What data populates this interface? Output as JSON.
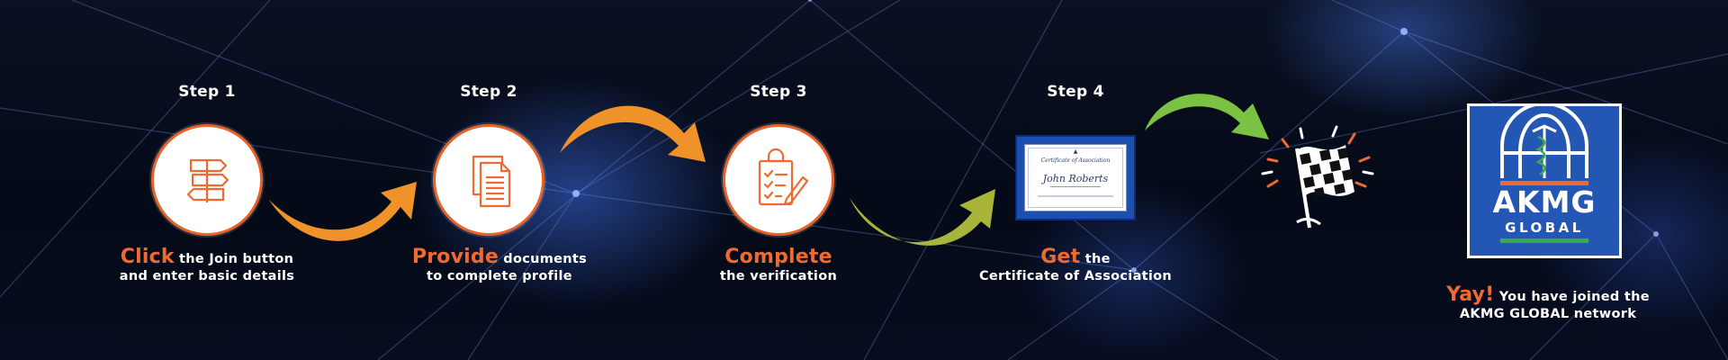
{
  "steps": [
    {
      "title": "Step 1",
      "highlight": "Click",
      "rest_line1": " the Join button",
      "line2": "and enter basic details",
      "icon": "signpost-icon"
    },
    {
      "title": "Step 2",
      "highlight": "Provide",
      "rest_line1": " documents",
      "line2": "to complete profile",
      "icon": "documents-icon"
    },
    {
      "title": "Step 3",
      "highlight": "Complete",
      "rest_line1": "",
      "line2": "the verification",
      "icon": "clipboard-edit-icon"
    },
    {
      "title": "Step 4",
      "highlight": "Get",
      "rest_line1": " the",
      "line2": "Certificate of Association",
      "icon": "certificate-icon"
    }
  ],
  "certificate": {
    "heading": "Certificate of Association",
    "name": "John Roberts"
  },
  "final": {
    "highlight": "Yay!",
    "rest_line1": " You have joined the",
    "line2": "AKMG GLOBAL network",
    "icon": "checkered-flag-icon"
  },
  "logo": {
    "line1": "AKMG",
    "line2": "GLOBAL"
  },
  "colors": {
    "accent_orange": "#ee6a30",
    "arrow_orange": "#f0922a",
    "arrow_olive": "#a9b53a",
    "arrow_green": "#7cc242",
    "logo_blue": "#2456b4",
    "background": "#070d20"
  }
}
